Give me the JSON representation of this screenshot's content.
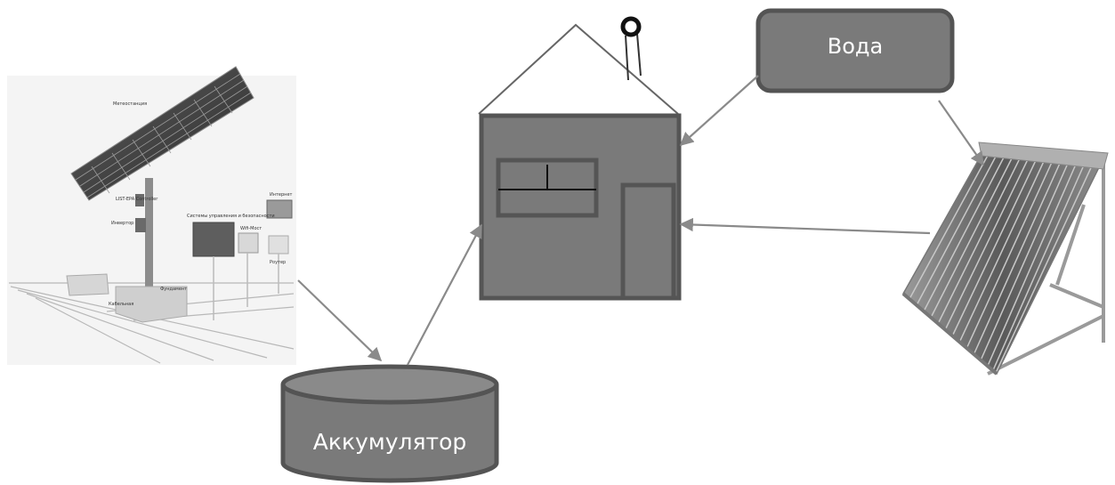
{
  "nodes": {
    "water": {
      "label": "Вода"
    },
    "accumulator": {
      "label": "Аккумулятор"
    }
  },
  "solar_station": {
    "labels": {
      "weather_station": "Метеостанция",
      "controller": "LIST-EPA Controller",
      "inverter": "Инвертор",
      "control_systems": "Системы управления и безопасности",
      "wifi_bridge": "Wifi-Мост",
      "internet": "Интернет",
      "router": "Роутер",
      "foundation": "Фундамент",
      "cable_line": "Кабельная"
    }
  },
  "colors": {
    "box_fill": "#7a7a7a",
    "box_stroke": "#545454",
    "arrow": "#8a8a8a",
    "house_stroke": "#555555",
    "roof_stroke": "#666666"
  }
}
